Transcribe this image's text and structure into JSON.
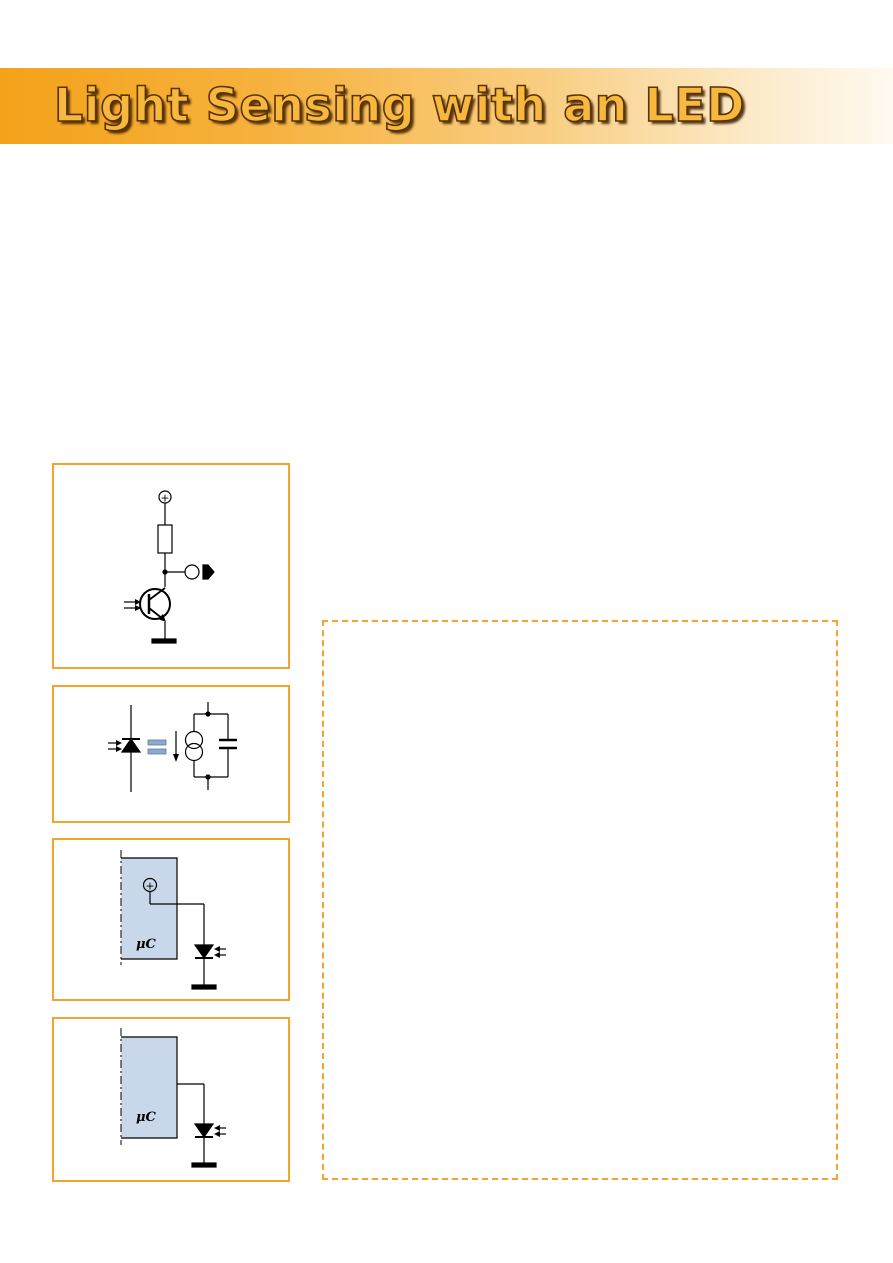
{
  "header": {
    "title": "Light Sensing with an LED",
    "band_color": "#f4a21a",
    "title_color": "#f7b840"
  },
  "figures": {
    "fig1": {
      "supply_symbol": "+"
    },
    "fig2": {},
    "fig3": {
      "supply_symbol": "+",
      "chip_label_mu": "μ",
      "chip_label_c": "C"
    },
    "fig4": {
      "chip_label_mu": "μ",
      "chip_label_c": "C"
    }
  },
  "colors": {
    "frame": "#f2a42d",
    "chip_fill": "#c9d7ea",
    "accent_blue": "#8fa9cc"
  }
}
